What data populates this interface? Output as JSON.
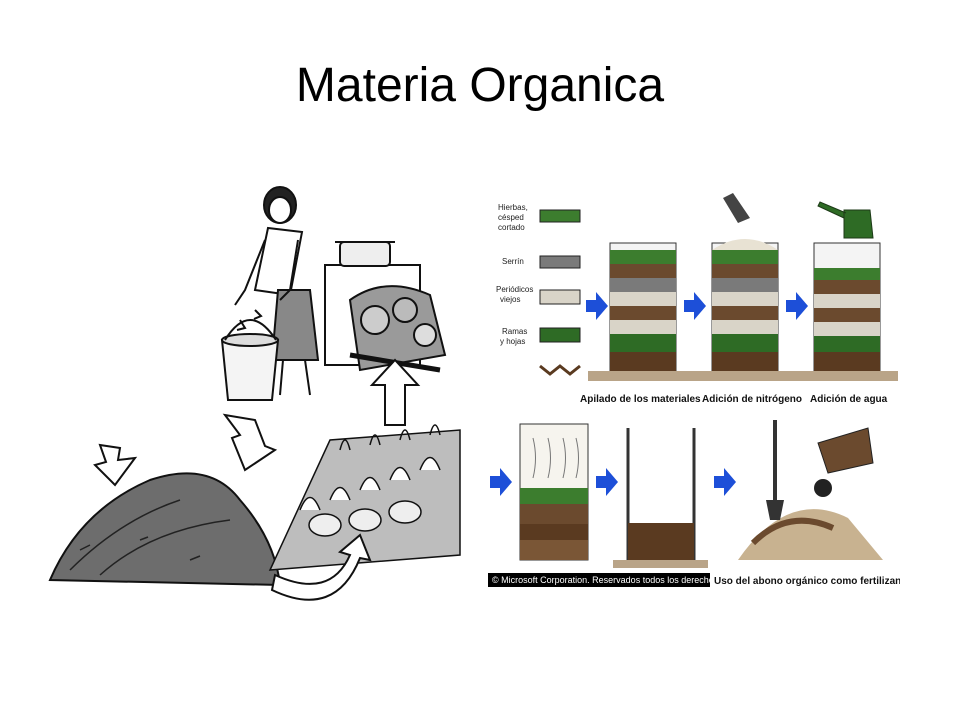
{
  "slide": {
    "title": "Materia Organica"
  },
  "legend": {
    "items": [
      {
        "label_lines": [
          "Hierbas,",
          "césped",
          "cortado"
        ]
      },
      {
        "label_lines": [
          "Serrín"
        ]
      },
      {
        "label_lines": [
          "Periódicos",
          "viejos"
        ]
      },
      {
        "label_lines": [
          "Ramas",
          "y hojas"
        ]
      }
    ]
  },
  "steps": {
    "apilado": "Apilado de los materiales",
    "nitrogeno": "Adición de nitrógeno",
    "agua": "Adición de agua",
    "uso": "Uso del abono orgánico como fertilizante"
  },
  "copyright": "© Microsoft Corporation. Reservados todos los derechos.",
  "colors": {
    "arrow_blue": "#1d4fd8",
    "grass": "#3c7d2e",
    "soil": "#6b4a2e",
    "paper": "#d9d4c8"
  }
}
